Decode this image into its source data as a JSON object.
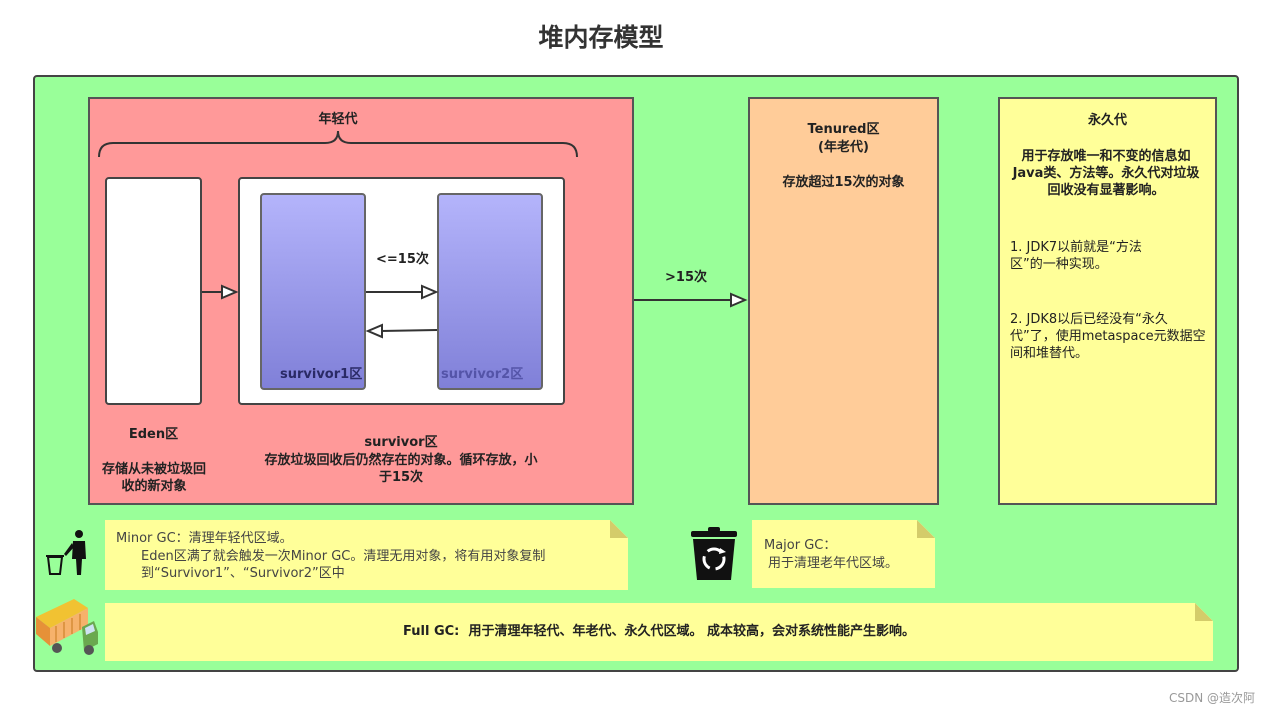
{
  "title": "堆内存模型",
  "young": {
    "label": "年轻代",
    "eden": {
      "name": "Eden区",
      "desc": "存储从未被垃圾回收的新对象"
    },
    "survivor": {
      "name": "survivor区",
      "desc": "存放垃圾回收后仍然存在的对象。循环存放，小于15次",
      "s1": "survivor1区",
      "s2": "survivor2区",
      "arrow_label": "<=15次"
    }
  },
  "promote_label": ">15次",
  "tenured": {
    "title": "Tenured区",
    "subtitle": "(年老代)",
    "desc": "存放超过15次的对象"
  },
  "perm": {
    "title": "永久代",
    "desc": "用于存放唯一和不变的信息如Java类、方法等。永久代对垃圾回收没有显著影响。",
    "item1": "1. JDK7以前就是“方法区”的一种实现。",
    "item2": "2. JDK8以后已经没有“永久代”了，使用metaspace元数据空间和堆替代。"
  },
  "minor_gc": {
    "title": "Minor GC：清理年轻代区域。",
    "body": "Eden区满了就会触发一次Minor GC。清理无用对象，将有用对象复制到“Survivor1”、“Survivor2”区中"
  },
  "major_gc": {
    "title": "Major GC：",
    "body": "用于清理老年代区域。"
  },
  "full_gc": {
    "label": "Full GC:",
    "text": "用于清理年轻代、年老代、永久代区域。 成本较高，会对系统性能产生影响。"
  },
  "watermark": "CSDN @造次阿",
  "icons": [
    "trash-person-icon",
    "recycle-bin-icon",
    "truck-icon"
  ],
  "colors": {
    "background": "#99ff99",
    "young": "#ff9999",
    "tenured": "#ffcc99",
    "perm": "#ffff99",
    "survivor": "#9999ee",
    "note": "#ffff99"
  }
}
